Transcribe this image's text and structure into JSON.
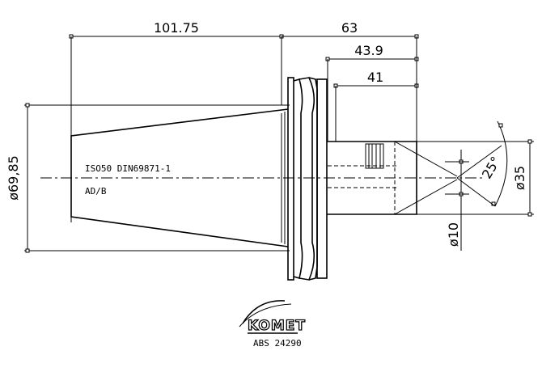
{
  "dimensions": {
    "length_cone": "101.75",
    "length_total_right": "63",
    "length_mid": "43.9",
    "length_shank": "41",
    "diameter_cone": "ø69,85",
    "diameter_shank": "ø35",
    "diameter_bore": "ø10",
    "angle": "25°"
  },
  "labels": {
    "standard": "ISO50 DIN69871-1",
    "variant": "AD/B"
  },
  "logo": {
    "brand": "KOMET",
    "code": "ABS 24290"
  }
}
